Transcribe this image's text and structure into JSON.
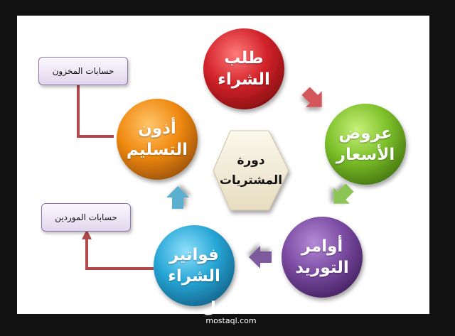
{
  "center": {
    "line1": "دورة",
    "line2": "المشتريات"
  },
  "nodes": [
    {
      "id": "purchase-request",
      "line1": "طلب",
      "line2": "الشراء",
      "color": "#d3232a"
    },
    {
      "id": "price-offers",
      "line1": "عروض",
      "line2": "الأسعار",
      "color": "#7cc02a"
    },
    {
      "id": "supply-orders",
      "line1": "أوامر",
      "line2": "التوريد",
      "color": "#7b4ba2"
    },
    {
      "id": "purchase-invoices",
      "line1": "فواتير",
      "line2": "الشراء",
      "color": "#27a6d6"
    },
    {
      "id": "delivery-notes",
      "line1": "أذون",
      "line2": "التسليم",
      "color": "#f08a12"
    }
  ],
  "boxes": {
    "inventory_accounts": "حسابات المخزون",
    "supplier_accounts": "حسابات الموردين"
  },
  "arrow_colors": {
    "red": "#d3565a",
    "green": "#8cc552",
    "purple": "#7d5a9c",
    "blue": "#5bb0cf",
    "connector": "#b24a4d"
  },
  "watermark": {
    "logo": "مستقل",
    "site": "mostaql.com"
  }
}
